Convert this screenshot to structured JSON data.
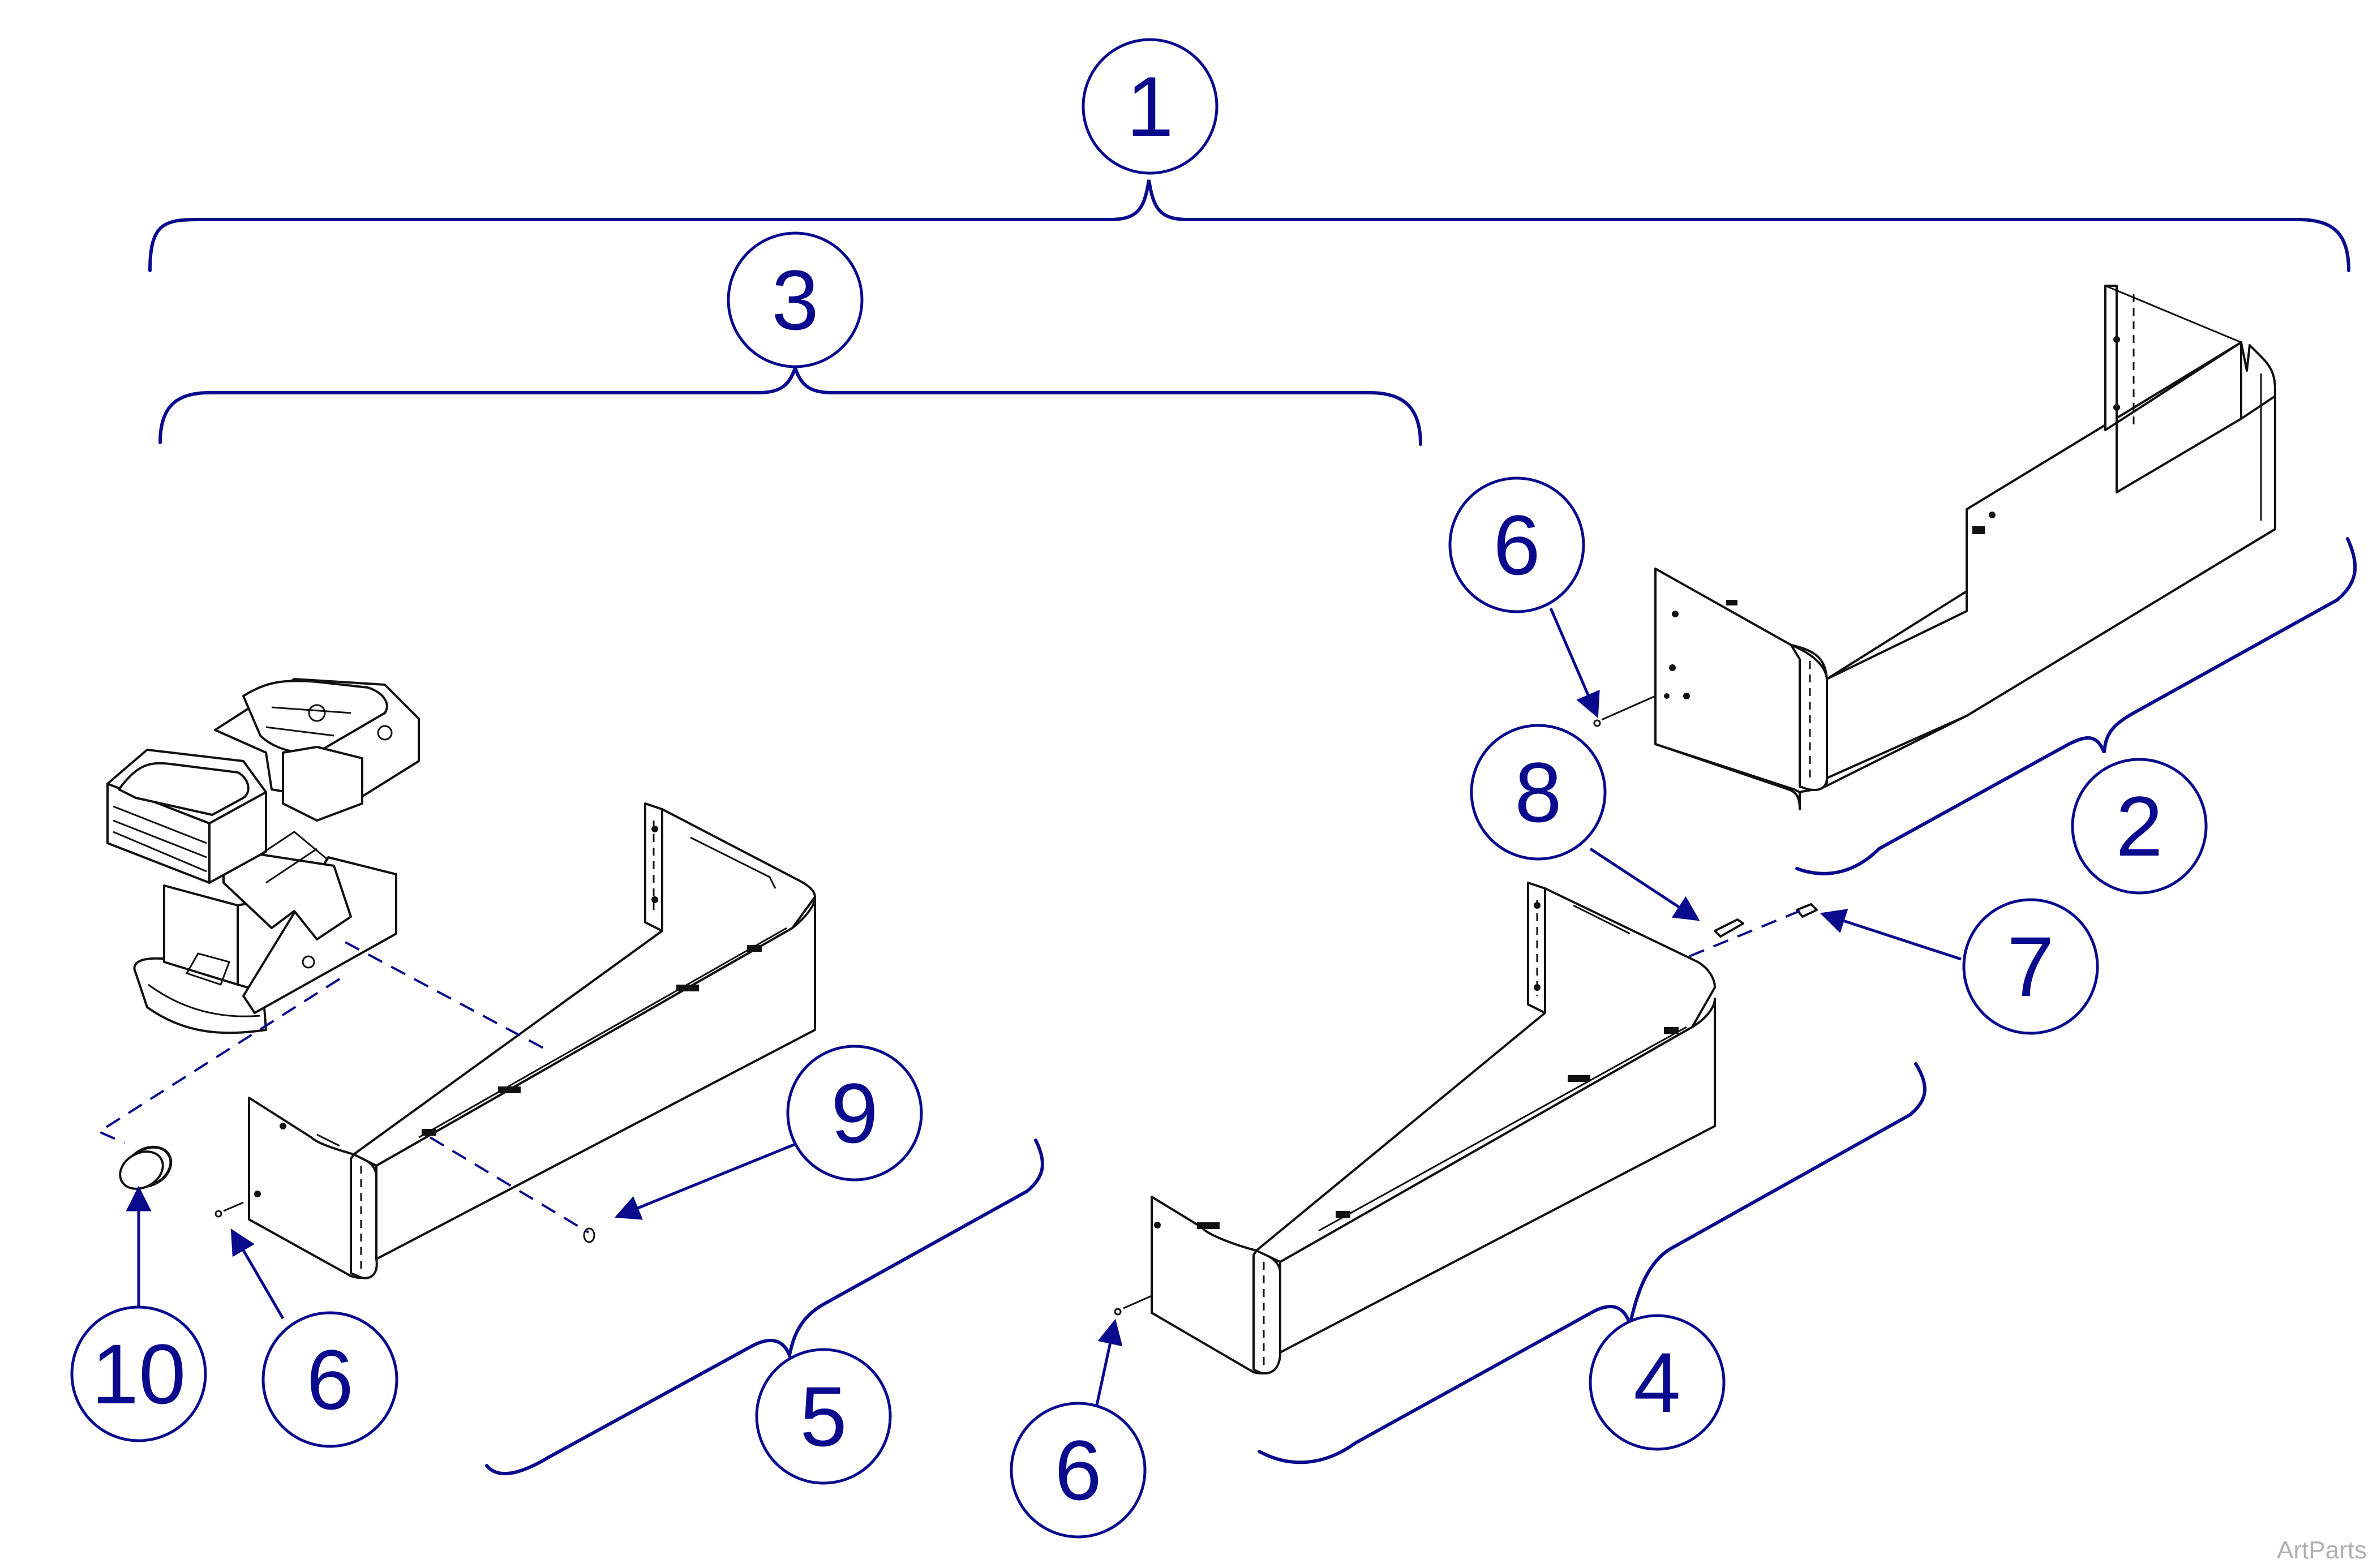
{
  "diagram": {
    "callouts": [
      {
        "id": "c1",
        "label": "1"
      },
      {
        "id": "c2",
        "label": "2"
      },
      {
        "id": "c3",
        "label": "3"
      },
      {
        "id": "c4",
        "label": "4"
      },
      {
        "id": "c5",
        "label": "5"
      },
      {
        "id": "c6a",
        "label": "6"
      },
      {
        "id": "c6b",
        "label": "6"
      },
      {
        "id": "c6c",
        "label": "6"
      },
      {
        "id": "c7",
        "label": "7"
      },
      {
        "id": "c8",
        "label": "8"
      },
      {
        "id": "c9",
        "label": "9"
      },
      {
        "id": "c10",
        "label": "10"
      }
    ],
    "colors": {
      "callout": "#0a0a8c",
      "linework": "#111111",
      "watermark": "#b0b0b0"
    }
  },
  "watermark": "ArtParts"
}
